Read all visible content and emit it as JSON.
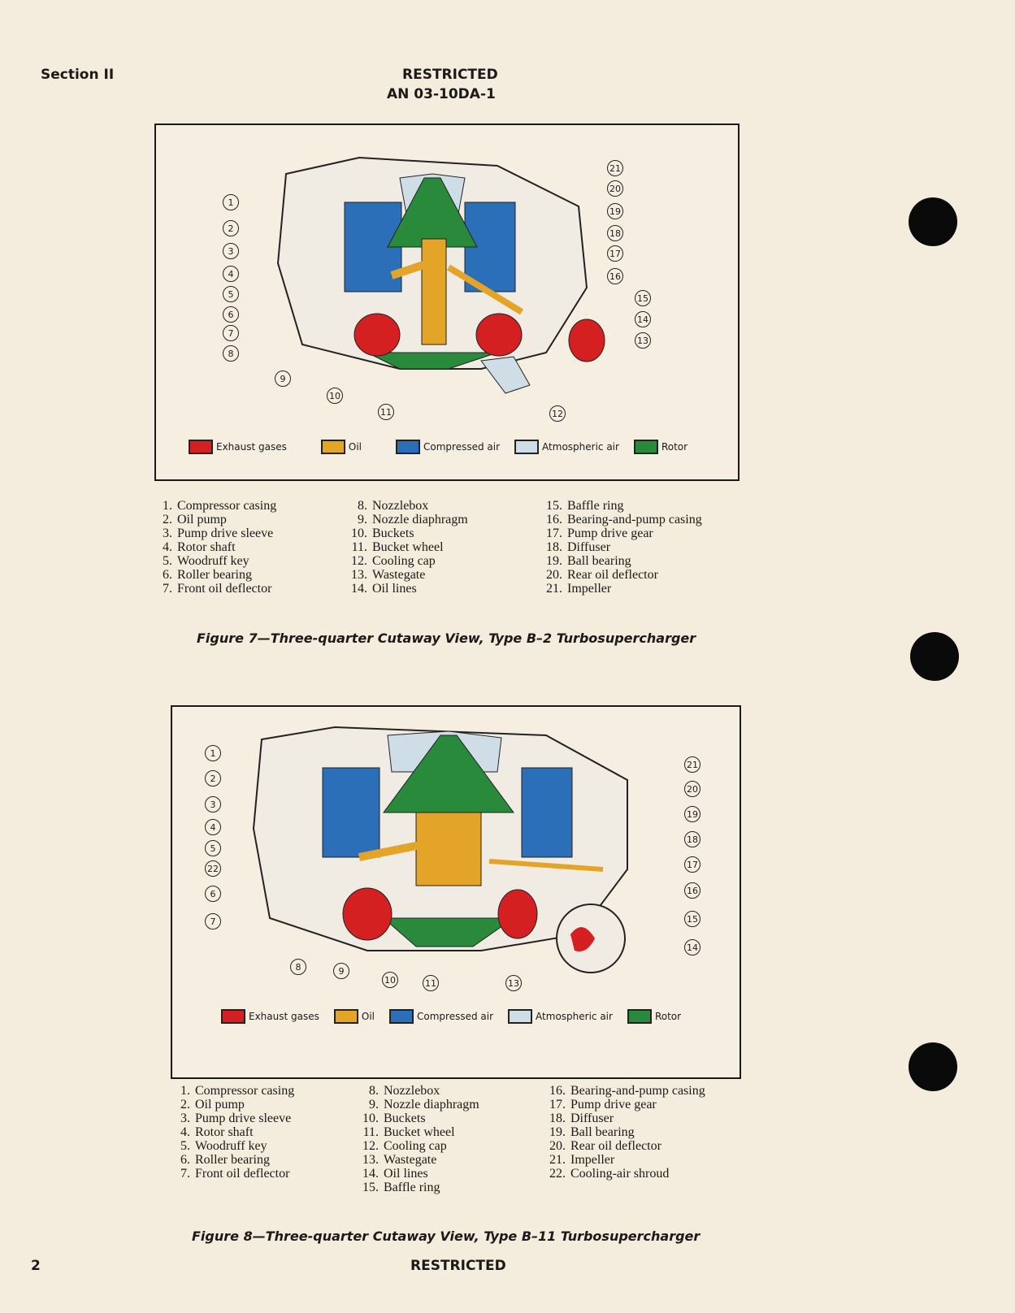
{
  "header": {
    "section": "Section II",
    "classification": "RESTRICTED",
    "doc_number": "AN 03-10DA-1"
  },
  "footer": {
    "page_number": "2",
    "classification": "RESTRICTED"
  },
  "legend": [
    {
      "label": "Exhaust gases",
      "color": "#d42020"
    },
    {
      "label": "Oil",
      "color": "#e3a428"
    },
    {
      "label": "Compressed air",
      "color": "#2a6fb8"
    },
    {
      "label": "Atmospheric air",
      "color": "#cfdde6"
    },
    {
      "label": "Rotor",
      "color": "#2a8a3c"
    }
  ],
  "figure7": {
    "caption": "Figure 7—Three-quarter Cutaway View, Type B–2 Turbosupercharger",
    "parts": [
      [
        "1.",
        "Compressor casing"
      ],
      [
        "2.",
        "Oil pump"
      ],
      [
        "3.",
        "Pump drive sleeve"
      ],
      [
        "4.",
        "Rotor shaft"
      ],
      [
        "5.",
        "Woodruff key"
      ],
      [
        "6.",
        "Roller bearing"
      ],
      [
        "7.",
        "Front oil deflector"
      ],
      [
        "8.",
        "Nozzlebox"
      ],
      [
        "9.",
        "Nozzle diaphragm"
      ],
      [
        "10.",
        "Buckets"
      ],
      [
        "11.",
        "Bucket wheel"
      ],
      [
        "12.",
        "Cooling cap"
      ],
      [
        "13.",
        "Wastegate"
      ],
      [
        "14.",
        "Oil lines"
      ],
      [
        "15.",
        "Baffle ring"
      ],
      [
        "16.",
        "Bearing-and-pump casing"
      ],
      [
        "17.",
        "Pump drive gear"
      ],
      [
        "18.",
        "Diffuser"
      ],
      [
        "19.",
        "Ball bearing"
      ],
      [
        "20.",
        "Rear oil deflector"
      ],
      [
        "21.",
        "Impeller"
      ]
    ]
  },
  "figure8": {
    "caption": "Figure 8—Three-quarter Cutaway View, Type B–11 Turbosupercharger",
    "parts": [
      [
        "1.",
        "Compressor casing"
      ],
      [
        "2.",
        "Oil pump"
      ],
      [
        "3.",
        "Pump drive sleeve"
      ],
      [
        "4.",
        "Rotor shaft"
      ],
      [
        "5.",
        "Woodruff key"
      ],
      [
        "6.",
        "Roller bearing"
      ],
      [
        "7.",
        "Front oil deflector"
      ],
      [
        "8.",
        "Nozzlebox"
      ],
      [
        "9.",
        "Nozzle diaphragm"
      ],
      [
        "10.",
        "Buckets"
      ],
      [
        "11.",
        "Bucket wheel"
      ],
      [
        "12.",
        "Cooling cap"
      ],
      [
        "13.",
        "Wastegate"
      ],
      [
        "14.",
        "Oil lines"
      ],
      [
        "15.",
        "Baffle ring"
      ],
      [
        "16.",
        "Bearing-and-pump casing"
      ],
      [
        "17.",
        "Pump drive gear"
      ],
      [
        "18.",
        "Diffuser"
      ],
      [
        "19.",
        "Ball bearing"
      ],
      [
        "20.",
        "Rear oil deflector"
      ],
      [
        "21.",
        "Impeller"
      ],
      [
        "22.",
        "Cooling-air shroud"
      ]
    ]
  },
  "callouts7": {
    "left": [
      "1",
      "2",
      "3",
      "4",
      "5",
      "6",
      "7",
      "8"
    ],
    "bottom": [
      "9",
      "10",
      "11",
      "12"
    ],
    "right": [
      "21",
      "20",
      "19",
      "18",
      "17",
      "16",
      "15",
      "14",
      "13"
    ]
  },
  "callouts8": {
    "left": [
      "1",
      "2",
      "3",
      "4",
      "5",
      "22",
      "6",
      "7"
    ],
    "bottom": [
      "8",
      "9",
      "10",
      "11",
      "13"
    ],
    "right": [
      "21",
      "20",
      "19",
      "18",
      "17",
      "16",
      "15",
      "14"
    ]
  }
}
